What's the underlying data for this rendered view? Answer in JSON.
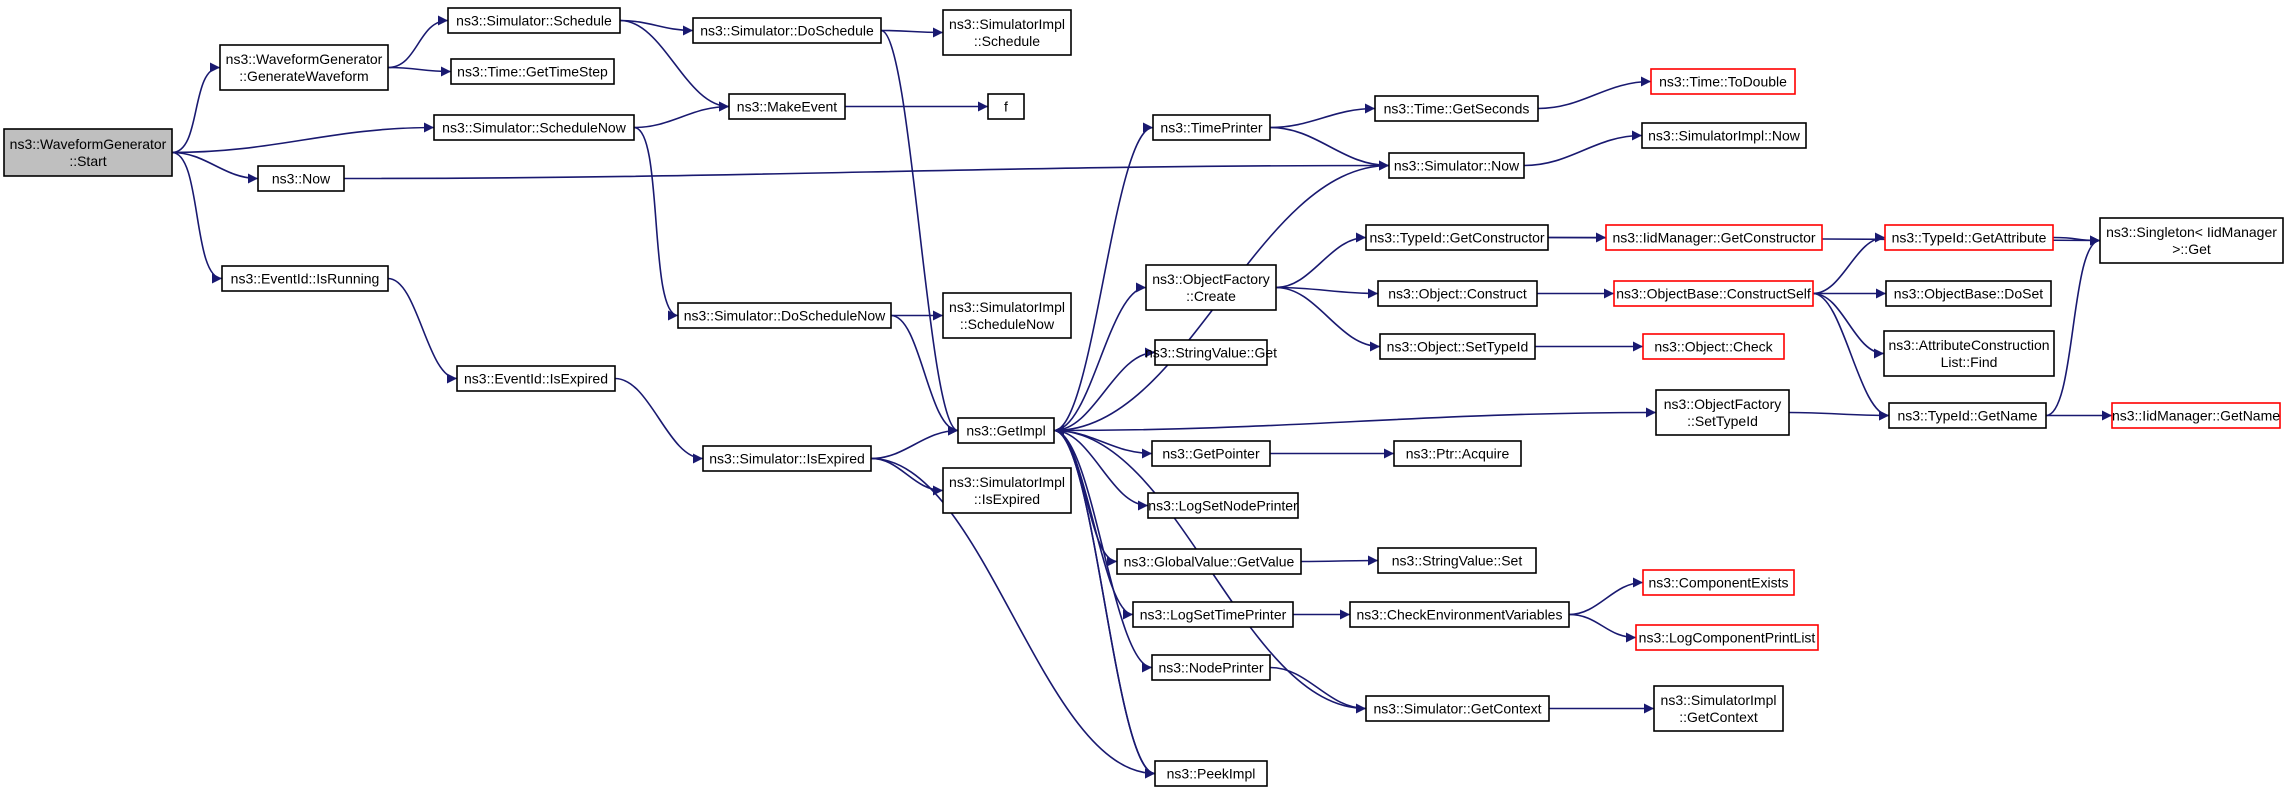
{
  "diagram": {
    "edge_color": "#191970",
    "root_fill": "#bfbfbf",
    "truncated_border_color": "#ff0000",
    "nodes": [
      {
        "id": "start",
        "lines": [
          "ns3::WaveformGenerator",
          "::Start"
        ],
        "root": true
      },
      {
        "id": "genwave",
        "lines": [
          "ns3::WaveformGenerator",
          "::GenerateWaveform"
        ]
      },
      {
        "id": "simnow_sched",
        "lines": [
          "ns3::Simulator::ScheduleNow"
        ]
      },
      {
        "id": "now",
        "lines": [
          "ns3::Now"
        ]
      },
      {
        "id": "evrunning",
        "lines": [
          "ns3::EventId::IsRunning"
        ]
      },
      {
        "id": "sched",
        "lines": [
          "ns3::Simulator::Schedule"
        ]
      },
      {
        "id": "gettimestep",
        "lines": [
          "ns3::Time::GetTimeStep"
        ]
      },
      {
        "id": "doschedule",
        "lines": [
          "ns3::Simulator::DoSchedule"
        ]
      },
      {
        "id": "makeevent",
        "lines": [
          "ns3::MakeEvent"
        ]
      },
      {
        "id": "implsched",
        "lines": [
          "ns3::SimulatorImpl",
          "::Schedule"
        ]
      },
      {
        "id": "f",
        "lines": [
          "f"
        ]
      },
      {
        "id": "doschednow",
        "lines": [
          "ns3::Simulator::DoScheduleNow"
        ]
      },
      {
        "id": "implschednow",
        "lines": [
          "ns3::SimulatorImpl",
          "::ScheduleNow"
        ]
      },
      {
        "id": "evexpired",
        "lines": [
          "ns3::EventId::IsExpired"
        ]
      },
      {
        "id": "simexpired",
        "lines": [
          "ns3::Simulator::IsExpired"
        ]
      },
      {
        "id": "implexpired",
        "lines": [
          "ns3::SimulatorImpl",
          "::IsExpired"
        ]
      },
      {
        "id": "getimpl",
        "lines": [
          "ns3::GetImpl"
        ]
      },
      {
        "id": "timeprinter",
        "lines": [
          "ns3::TimePrinter"
        ]
      },
      {
        "id": "getseconds",
        "lines": [
          "ns3::Time::GetSeconds"
        ]
      },
      {
        "id": "todouble",
        "lines": [
          "ns3::Time::ToDouble"
        ],
        "truncated": true
      },
      {
        "id": "simnow",
        "lines": [
          "ns3::Simulator::Now"
        ]
      },
      {
        "id": "implnow",
        "lines": [
          "ns3::SimulatorImpl::Now"
        ]
      },
      {
        "id": "ofcreate",
        "lines": [
          "ns3::ObjectFactory",
          "::Create"
        ]
      },
      {
        "id": "getctor",
        "lines": [
          "ns3::TypeId::GetConstructor"
        ]
      },
      {
        "id": "iidgetctor",
        "lines": [
          "ns3::IidManager::GetConstructor"
        ],
        "truncated": true
      },
      {
        "id": "construct",
        "lines": [
          "ns3::Object::Construct"
        ]
      },
      {
        "id": "constructself",
        "lines": [
          "ns3::ObjectBase::ConstructSelf"
        ],
        "truncated": true
      },
      {
        "id": "settypeid",
        "lines": [
          "ns3::Object::SetTypeId"
        ]
      },
      {
        "id": "objcheck",
        "lines": [
          "ns3::Object::Check"
        ],
        "truncated": true
      },
      {
        "id": "getattr",
        "lines": [
          "ns3::TypeId::GetAttribute"
        ],
        "truncated": true
      },
      {
        "id": "singleton",
        "lines": [
          "ns3::Singleton< IidManager",
          ">::Get"
        ]
      },
      {
        "id": "doset",
        "lines": [
          "ns3::ObjectBase::DoSet"
        ]
      },
      {
        "id": "acfind",
        "lines": [
          "ns3::AttributeConstruction",
          "List::Find"
        ]
      },
      {
        "id": "strget",
        "lines": [
          "ns3::StringValue::Get"
        ]
      },
      {
        "id": "ofsettypeid",
        "lines": [
          "ns3::ObjectFactory",
          "::SetTypeId"
        ]
      },
      {
        "id": "getname",
        "lines": [
          "ns3::TypeId::GetName"
        ]
      },
      {
        "id": "iidgetname",
        "lines": [
          "ns3::IidManager::GetName"
        ],
        "truncated": true
      },
      {
        "id": "getpointer",
        "lines": [
          "ns3::GetPointer"
        ]
      },
      {
        "id": "ptracquire",
        "lines": [
          "ns3::Ptr::Acquire"
        ]
      },
      {
        "id": "logsetnode",
        "lines": [
          "ns3::LogSetNodePrinter"
        ]
      },
      {
        "id": "gvgetvalue",
        "lines": [
          "ns3::GlobalValue::GetValue"
        ]
      },
      {
        "id": "strset",
        "lines": [
          "ns3::StringValue::Set"
        ]
      },
      {
        "id": "logsettime",
        "lines": [
          "ns3::LogSetTimePrinter"
        ]
      },
      {
        "id": "checkenv",
        "lines": [
          "ns3::CheckEnvironmentVariables"
        ]
      },
      {
        "id": "compexists",
        "lines": [
          "ns3::ComponentExists"
        ],
        "truncated": true
      },
      {
        "id": "logcompprint",
        "lines": [
          "ns3::LogComponentPrintList"
        ],
        "truncated": true
      },
      {
        "id": "nodeprinter",
        "lines": [
          "ns3::NodePrinter"
        ]
      },
      {
        "id": "getcontext",
        "lines": [
          "ns3::Simulator::GetContext"
        ]
      },
      {
        "id": "implcontext",
        "lines": [
          "ns3::SimulatorImpl",
          "::GetContext"
        ]
      },
      {
        "id": "peekimpl",
        "lines": [
          "ns3::PeekImpl"
        ]
      }
    ],
    "edges": [
      [
        "start",
        "genwave"
      ],
      [
        "start",
        "simnow_sched"
      ],
      [
        "start",
        "now"
      ],
      [
        "start",
        "evrunning"
      ],
      [
        "genwave",
        "sched"
      ],
      [
        "genwave",
        "gettimestep"
      ],
      [
        "sched",
        "doschedule"
      ],
      [
        "sched",
        "makeevent"
      ],
      [
        "simnow_sched",
        "makeevent"
      ],
      [
        "simnow_sched",
        "doschednow"
      ],
      [
        "doschedule",
        "implsched"
      ],
      [
        "doschedule",
        "getimpl"
      ],
      [
        "makeevent",
        "f"
      ],
      [
        "now",
        "simnow"
      ],
      [
        "evrunning",
        "evexpired"
      ],
      [
        "evexpired",
        "simexpired"
      ],
      [
        "doschednow",
        "implschednow"
      ],
      [
        "doschednow",
        "getimpl"
      ],
      [
        "simexpired",
        "getimpl"
      ],
      [
        "simexpired",
        "implexpired"
      ],
      [
        "simexpired",
        "peekimpl"
      ],
      [
        "timeprinter",
        "getseconds"
      ],
      [
        "timeprinter",
        "simnow"
      ],
      [
        "getseconds",
        "todouble"
      ],
      [
        "simnow",
        "implnow"
      ],
      [
        "simnow",
        "getimpl"
      ],
      [
        "getimpl",
        "timeprinter"
      ],
      [
        "getimpl",
        "ofcreate"
      ],
      [
        "getimpl",
        "strget"
      ],
      [
        "getimpl",
        "ofsettypeid"
      ],
      [
        "getimpl",
        "getpointer"
      ],
      [
        "getimpl",
        "logsetnode"
      ],
      [
        "getimpl",
        "gvgetvalue"
      ],
      [
        "getimpl",
        "logsettime"
      ],
      [
        "getimpl",
        "nodeprinter"
      ],
      [
        "getimpl",
        "peekimpl"
      ],
      [
        "ofcreate",
        "getctor"
      ],
      [
        "ofcreate",
        "construct"
      ],
      [
        "ofcreate",
        "settypeid"
      ],
      [
        "getctor",
        "iidgetctor"
      ],
      [
        "getctor",
        "singleton"
      ],
      [
        "construct",
        "constructself"
      ],
      [
        "constructself",
        "getattr"
      ],
      [
        "constructself",
        "doset"
      ],
      [
        "constructself",
        "acfind"
      ],
      [
        "constructself",
        "getname"
      ],
      [
        "getattr",
        "singleton"
      ],
      [
        "settypeid",
        "objcheck"
      ],
      [
        "ofsettypeid",
        "getname"
      ],
      [
        "getname",
        "iidgetname"
      ],
      [
        "getname",
        "singleton"
      ],
      [
        "getpointer",
        "ptracquire"
      ],
      [
        "gvgetvalue",
        "strset"
      ],
      [
        "logsettime",
        "checkenv"
      ],
      [
        "checkenv",
        "compexists"
      ],
      [
        "checkenv",
        "logcompprint"
      ],
      [
        "nodeprinter",
        "getcontext"
      ],
      [
        "getcontext",
        "implcontext"
      ],
      [
        "getcontext",
        "getimpl"
      ],
      [
        "peekimpl",
        "getimpl"
      ]
    ]
  }
}
